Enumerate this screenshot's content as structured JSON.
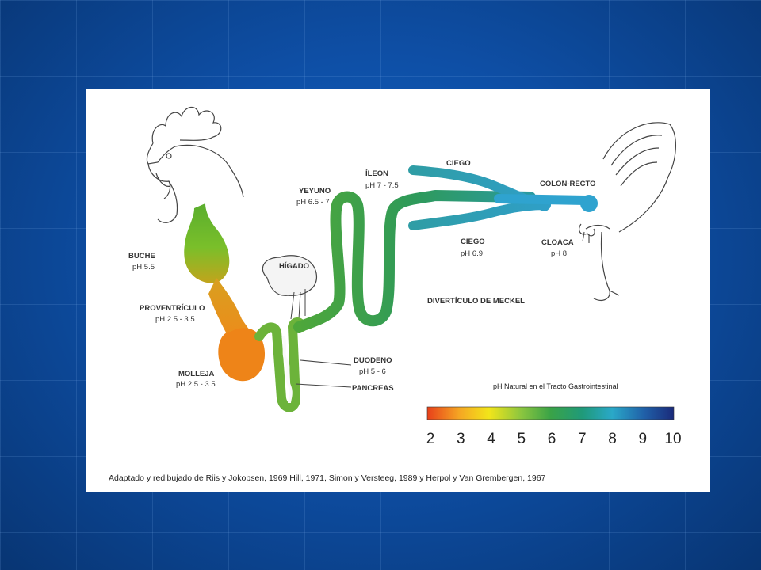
{
  "labels": {
    "buche": "BUCHE",
    "buche_ph": "pH 5.5",
    "proventriculo": "PROVENTRÍCULO",
    "proventriculo_ph": "pH 2.5 - 3.5",
    "molleja": "MOLLEJA",
    "molleja_ph": "pH 2.5 - 3.5",
    "higado": "HÍGADO",
    "yeyuno": "YEYUNO",
    "yeyuno_ph": "pH 6.5 - 7",
    "ileon": "ÍLEON",
    "ileon_ph": "pH 7 - 7.5",
    "ciego_top": "CIEGO",
    "ciego_bottom": "CIEGO",
    "ciego_ph": "pH 6.9",
    "colon_recto": "COLON-RECTO",
    "cloaca": "CLOACA",
    "cloaca_ph": "pH 8",
    "diverticulo": "DIVERTÍCULO DE MECKEL",
    "duodeno": "DUODENO",
    "duodeno_ph": "pH 5 - 6",
    "pancreas": "PANCREAS"
  },
  "scale": {
    "title": "pH Natural en el Tracto Gastrointestinal",
    "ticks": [
      "2",
      "3",
      "4",
      "5",
      "6",
      "7",
      "8",
      "9",
      "10"
    ],
    "colors": [
      "#e8401a",
      "#f5a623",
      "#f2e51a",
      "#8cc63f",
      "#3aa347",
      "#1f9a7a",
      "#2aa8c8",
      "#2060a8",
      "#1a2a7a"
    ]
  },
  "caption": "Adaptado y redibujado de Riis y Jokobsen, 1969 Hill, 1971, Simon y Versteeg, 1989 y Herpol y Van Grembergen, 1967"
}
